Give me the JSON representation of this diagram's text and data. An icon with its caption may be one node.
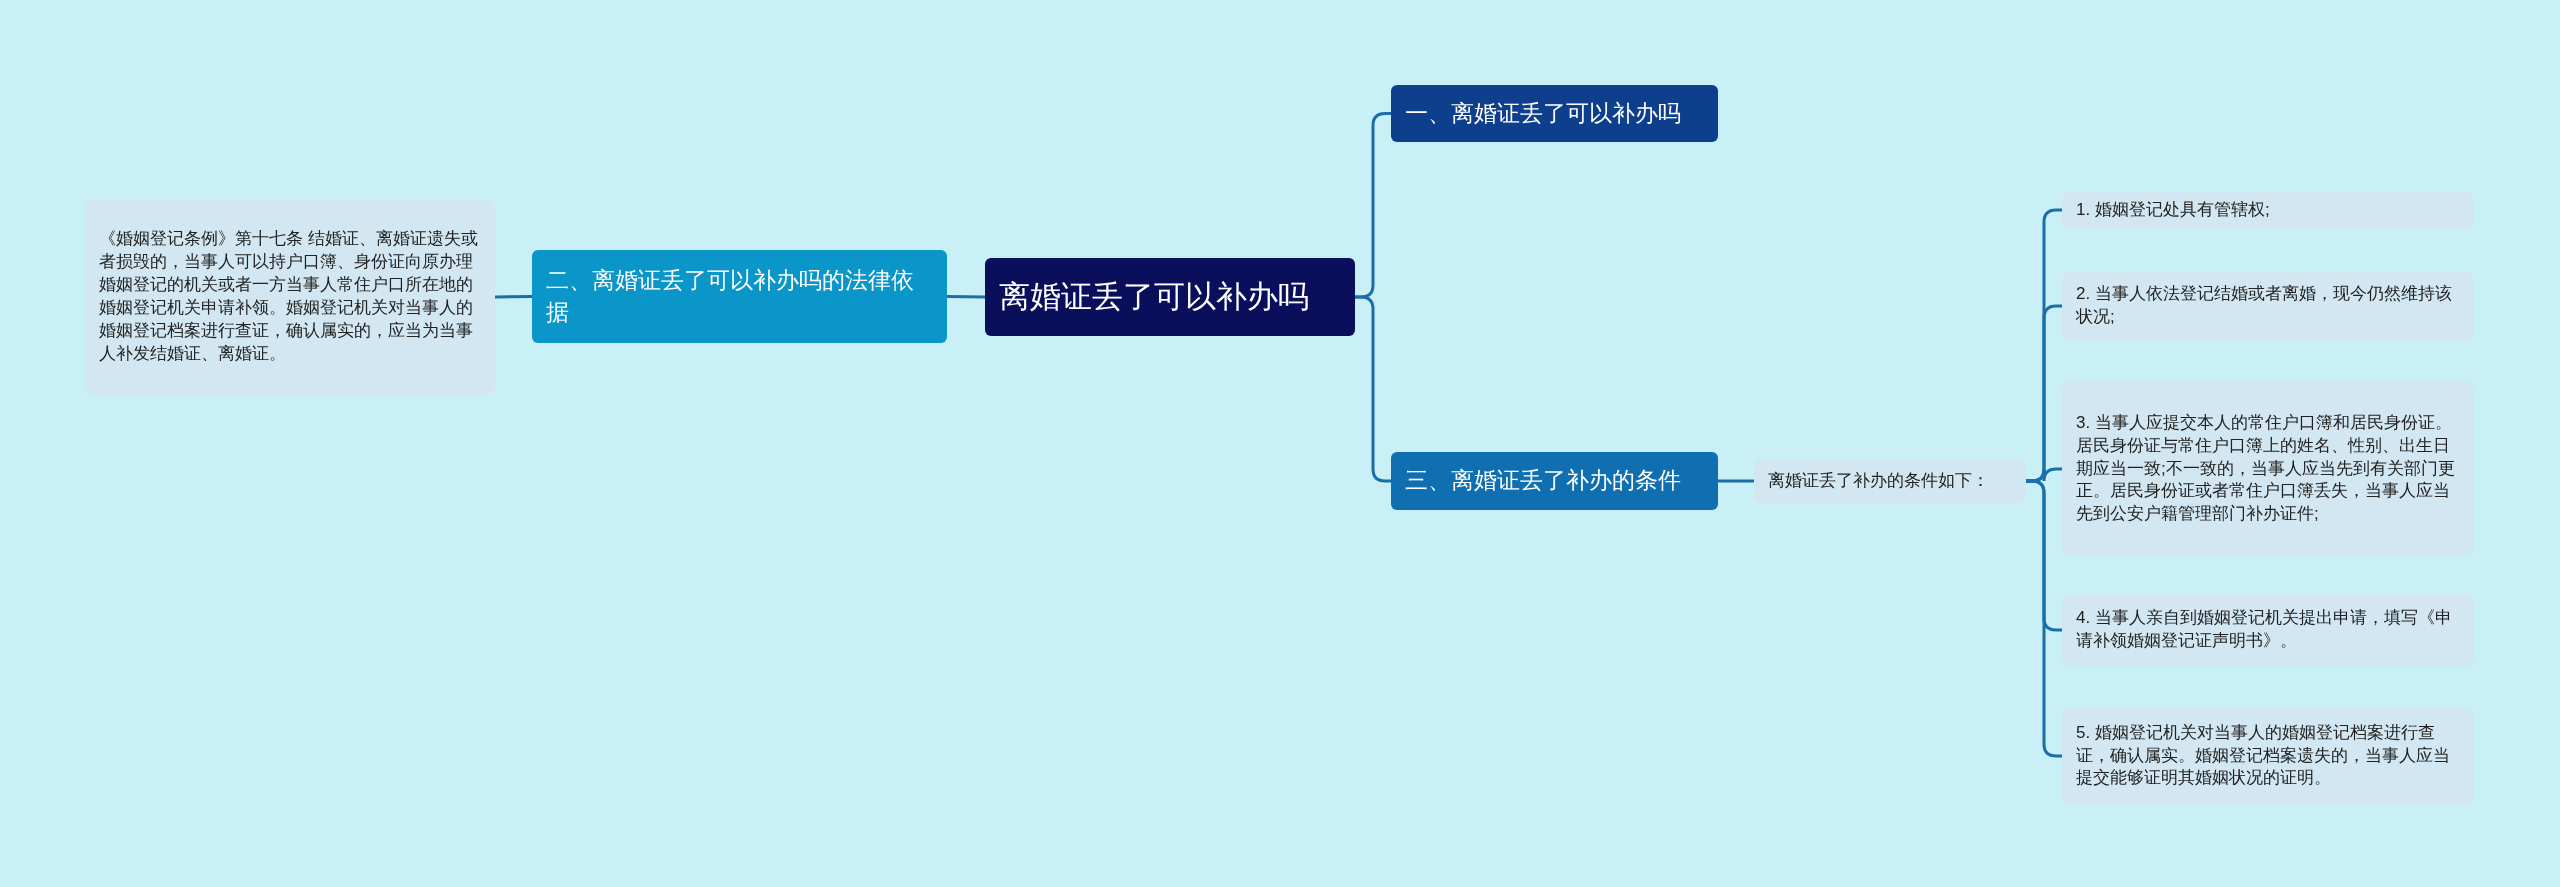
{
  "diagram": {
    "nodes": [
      {
        "text": [
          "离婚证丢了可以补办吗"
        ]
      },
      {
        "text": [
          "一、离婚证丢了可以补办吗"
        ]
      },
      {
        "text": [
          "二、离婚证丢了可以补办吗的法律依据"
        ]
      },
      {
        "text": [
          "《婚姻登记条例》第十七条 结婚证、离婚证遗失或者损毁的，当事人可以持户口簿、身份证向原办理婚姻登记的机关或者一方当事人常住户口所在地的婚姻登记机关申请补领。婚姻登记机关对当事人的婚姻登记档案进行查证，确认属实的，应当为当事人补发结婚证、离婚证。"
        ]
      },
      {
        "text": [
          "三、离婚证丢了补办的条件"
        ]
      },
      {
        "text": [
          "离婚证丢了补办的条件如下："
        ]
      },
      {
        "text": [
          "1. 婚姻登记处具有管辖权;"
        ]
      },
      {
        "text": [
          "2. 当事人依法登记结婚或者离婚，现今仍然维持该状况;"
        ]
      },
      {
        "text": [
          "3. 当事人应提交本人的常住户口簿和居民身份证。居民身份证与常住户口簿上的姓名、性别、出生日期应当一致;不一致的，当事人应当先到有关部门更正。居民身份证或者常住户口簿丢失，当事人应当先到公安户籍管理部门补办证件;"
        ]
      },
      {
        "text": [
          "4. 当事人亲自到婚姻登记机关提出申请，填写《申请补领婚姻登记证声明书》。"
        ]
      },
      {
        "text": [
          "5. 婚姻登记机关对当事人的婚姻登记档案进行查证，确认属实。婚姻登记档案遗失的，当事人应当提交能够证明其婚姻状况的证明。"
        ]
      }
    ],
    "edges": [
      {
        "from": 0,
        "to": 1,
        "arrow": "none"
      },
      {
        "from": 0,
        "to": 2,
        "arrow": "none"
      },
      {
        "from": 0,
        "to": 4,
        "arrow": "none"
      },
      {
        "from": 2,
        "to": 3,
        "arrow": "none"
      },
      {
        "from": 4,
        "to": 5,
        "arrow": "none"
      },
      {
        "from": 5,
        "to": 6,
        "arrow": "none"
      },
      {
        "from": 5,
        "to": 7,
        "arrow": "none"
      },
      {
        "from": 5,
        "to": 8,
        "arrow": "none"
      },
      {
        "from": 5,
        "to": 9,
        "arrow": "none"
      },
      {
        "from": 5,
        "to": 10,
        "arrow": "none"
      }
    ]
  }
}
